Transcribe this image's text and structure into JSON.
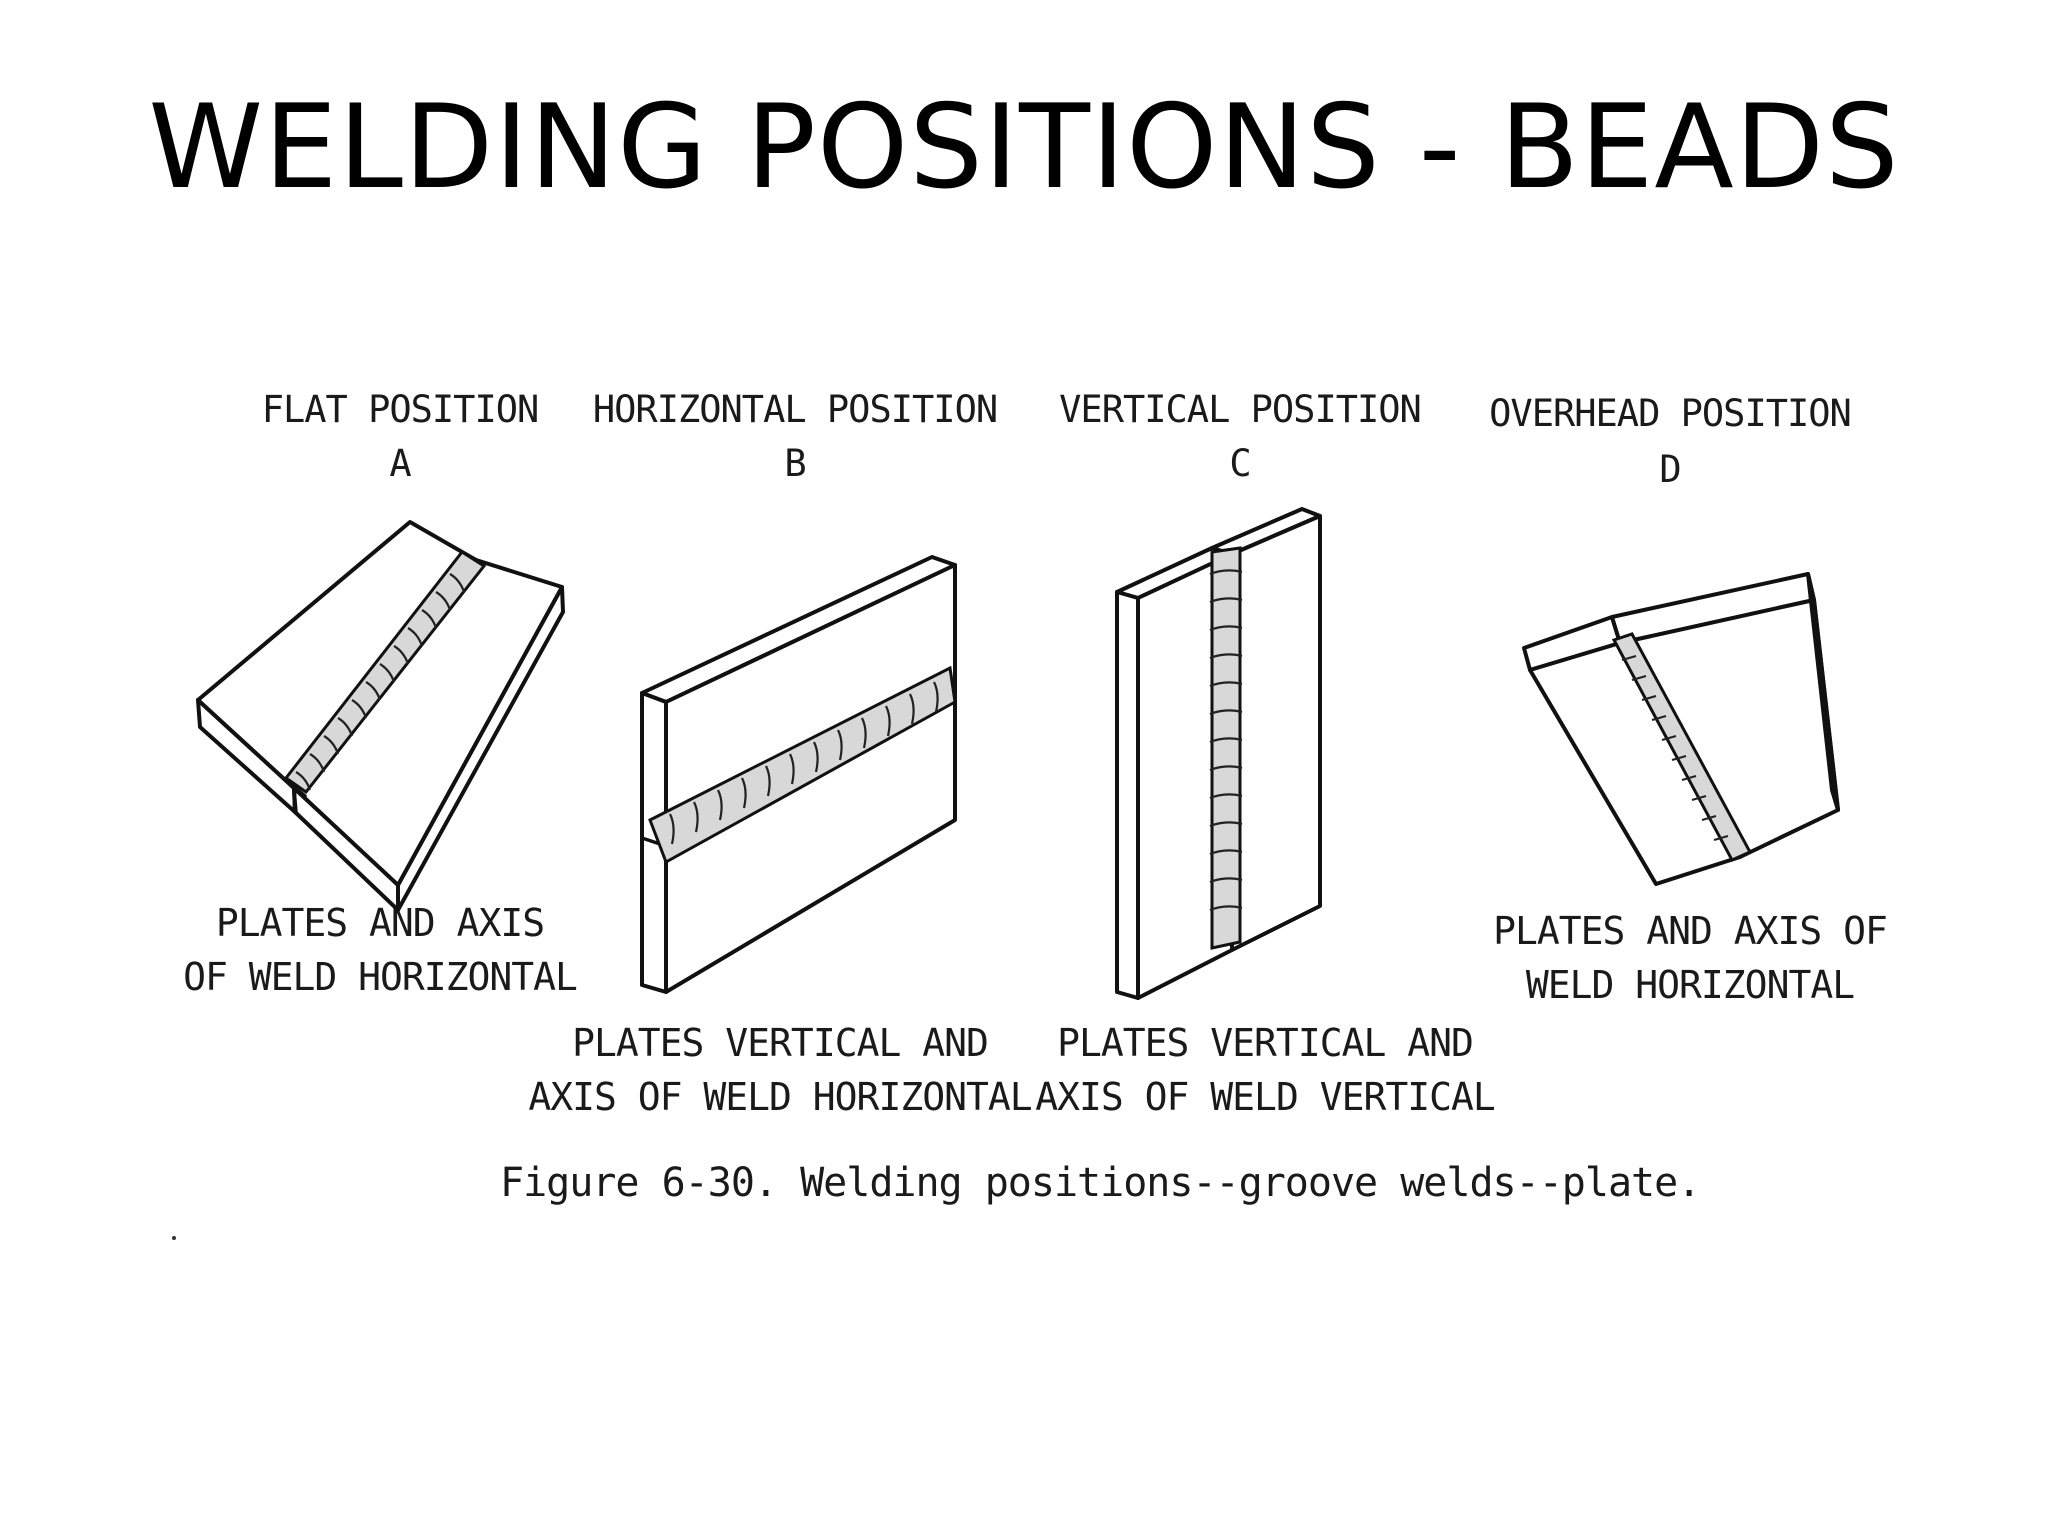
{
  "slide": {
    "title": "WELDING POSITIONS - BEADS"
  },
  "figure": {
    "positions": [
      {
        "name": "FLAT POSITION",
        "letter": "A",
        "description_lines": [
          "PLATES AND AXIS",
          "OF WELD HORIZONTAL"
        ]
      },
      {
        "name": "HORIZONTAL POSITION",
        "letter": "B",
        "description_lines": [
          "PLATES VERTICAL AND",
          "AXIS OF WELD HORIZONTAL"
        ]
      },
      {
        "name": "VERTICAL POSITION",
        "letter": "C",
        "description_lines": [
          "PLATES VERTICAL AND",
          "AXIS OF WELD VERTICAL"
        ]
      },
      {
        "name": "OVERHEAD POSITION",
        "letter": "D",
        "description_lines": [
          "PLATES AND AXIS OF",
          "WELD HORIZONTAL"
        ]
      }
    ],
    "caption": "Figure 6-30.  Welding positions--groove welds--plate."
  }
}
